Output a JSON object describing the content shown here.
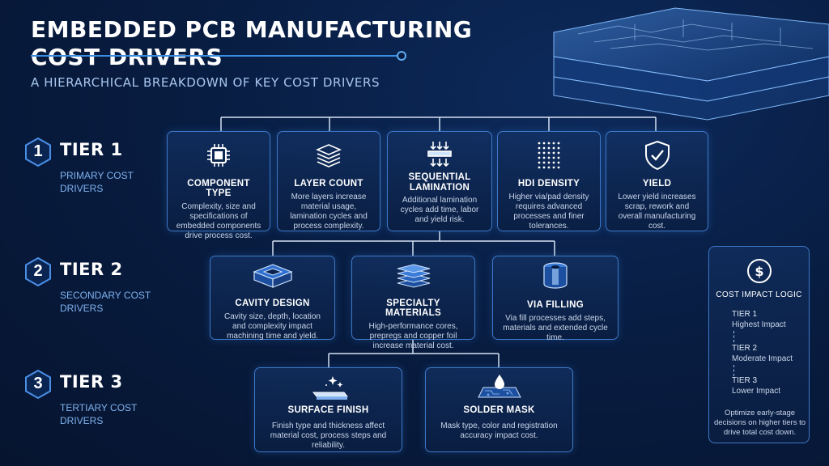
{
  "header": {
    "title": "EMBEDDED PCB MANUFACTURING COST DRIVERS",
    "subtitle": "A HIERARCHICAL BREAKDOWN OF KEY COST DRIVERS"
  },
  "tiers": [
    {
      "number": "1",
      "name": "TIER 1",
      "subtitle": "PRIMARY COST DRIVERS",
      "cards": [
        {
          "title": "COMPONENT TYPE",
          "icon": "chip-icon",
          "desc": "Complexity, size and specifications of embedded components drive process cost."
        },
        {
          "title": "LAYER COUNT",
          "icon": "layers-icon",
          "desc": "More layers increase material usage, lamination cycles and process complexity."
        },
        {
          "title": "SEQUENTIAL LAMINATION",
          "icon": "lamination-icon",
          "desc": "Additional lamination cycles add time, labor and yield risk."
        },
        {
          "title": "HDI DENSITY",
          "icon": "dot-grid-icon",
          "desc": "Higher via/pad density requires advanced processes and finer tolerances."
        },
        {
          "title": "YIELD",
          "icon": "shield-check-icon",
          "desc": "Lower yield increases scrap, rework and overall manufacturing cost."
        }
      ]
    },
    {
      "number": "2",
      "name": "TIER 2",
      "subtitle": "SECONDARY COST DRIVERS",
      "cards": [
        {
          "title": "CAVITY DESIGN",
          "icon": "cavity-icon",
          "desc": "Cavity size, depth, location and complexity impact machining time and yield."
        },
        {
          "title": "SPECIALTY MATERIALS",
          "icon": "material-stack-icon",
          "desc": "High-performance cores, prepregs and copper foil increase material cost."
        },
        {
          "title": "VIA FILLING",
          "icon": "via-cylinder-icon",
          "desc": "Via fill processes add steps, materials and extended cycle time."
        }
      ]
    },
    {
      "number": "3",
      "name": "TIER 3",
      "subtitle": "TERTIARY COST DRIVERS",
      "cards": [
        {
          "title": "SURFACE FINISH",
          "icon": "sparkle-surface-icon",
          "desc": "Finish type and thickness affect material cost, process steps and reliability."
        },
        {
          "title": "SOLDER MASK",
          "icon": "drop-board-icon",
          "desc": "Mask type, color and registration accuracy impact cost."
        }
      ]
    }
  ],
  "logic": {
    "icon": "dollar-icon",
    "title": "COST IMPACT LOGIC",
    "items": [
      {
        "tier": "TIER 1",
        "impact": "Highest Impact"
      },
      {
        "tier": "TIER 2",
        "impact": "Moderate Impact"
      },
      {
        "tier": "TIER 3",
        "impact": "Lower Impact"
      }
    ],
    "note": "Optimize early-stage decisions on higher tiers to drive total cost down."
  },
  "colors": {
    "background": "#081d42",
    "accent": "#3d78c8",
    "highlight": "#7fb2ef",
    "text": "#ffffff"
  }
}
